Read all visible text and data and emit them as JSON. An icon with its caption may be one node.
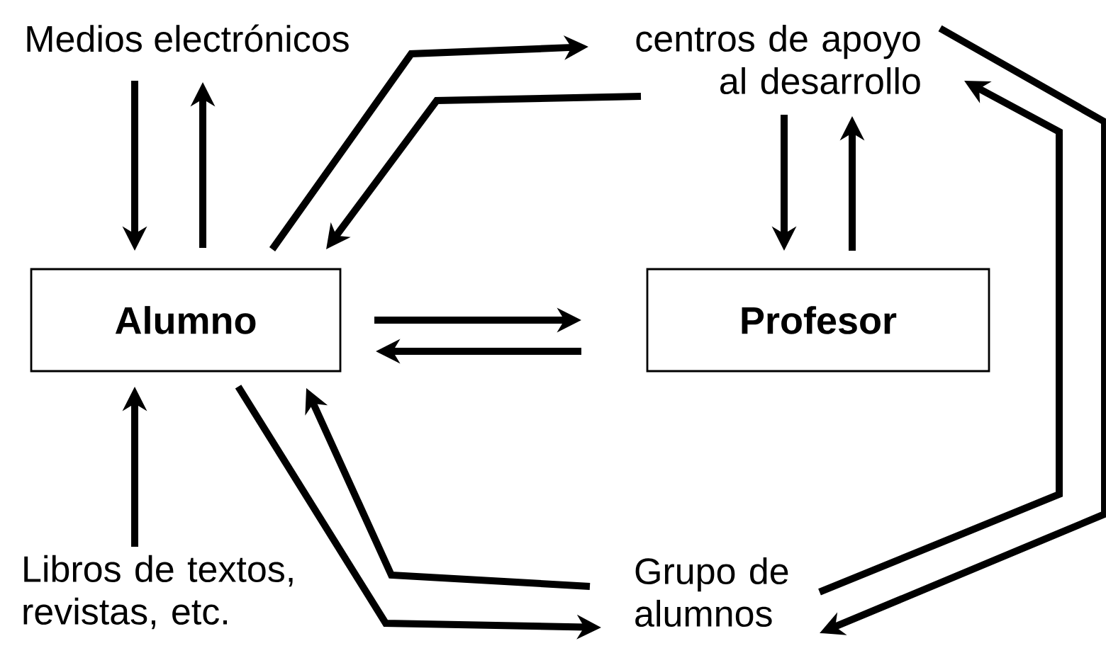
{
  "diagram": {
    "nodes": [
      {
        "text": [
          "Medios electrónicos"
        ]
      },
      {
        "text": [
          "centros de apoyo al desarrollo"
        ]
      },
      {
        "text": [
          "Alumno"
        ]
      },
      {
        "text": [
          "Profesor"
        ]
      },
      {
        "text": [
          "Libros de textos, revistas, etc."
        ]
      },
      {
        "text": [
          "Grupo de alumnos"
        ]
      }
    ],
    "edges": [
      {
        "from": 0,
        "to": 2,
        "arrow": "to"
      },
      {
        "from": 2,
        "to": 0,
        "arrow": "to"
      },
      {
        "from": 2,
        "to": 1,
        "arrow": "to"
      },
      {
        "from": 1,
        "to": 2,
        "arrow": "to"
      },
      {
        "from": 1,
        "to": 3,
        "arrow": "to"
      },
      {
        "from": 3,
        "to": 1,
        "arrow": "to"
      },
      {
        "from": 2,
        "to": 3,
        "arrow": "to"
      },
      {
        "from": 3,
        "to": 2,
        "arrow": "to"
      },
      {
        "from": 4,
        "to": 2,
        "arrow": "to"
      },
      {
        "from": 2,
        "to": 5,
        "arrow": "to"
      },
      {
        "from": 5,
        "to": 2,
        "arrow": "to"
      },
      {
        "from": 5,
        "to": 1,
        "arrow": "to"
      },
      {
        "from": 1,
        "to": 5,
        "arrow": "to"
      }
    ]
  }
}
